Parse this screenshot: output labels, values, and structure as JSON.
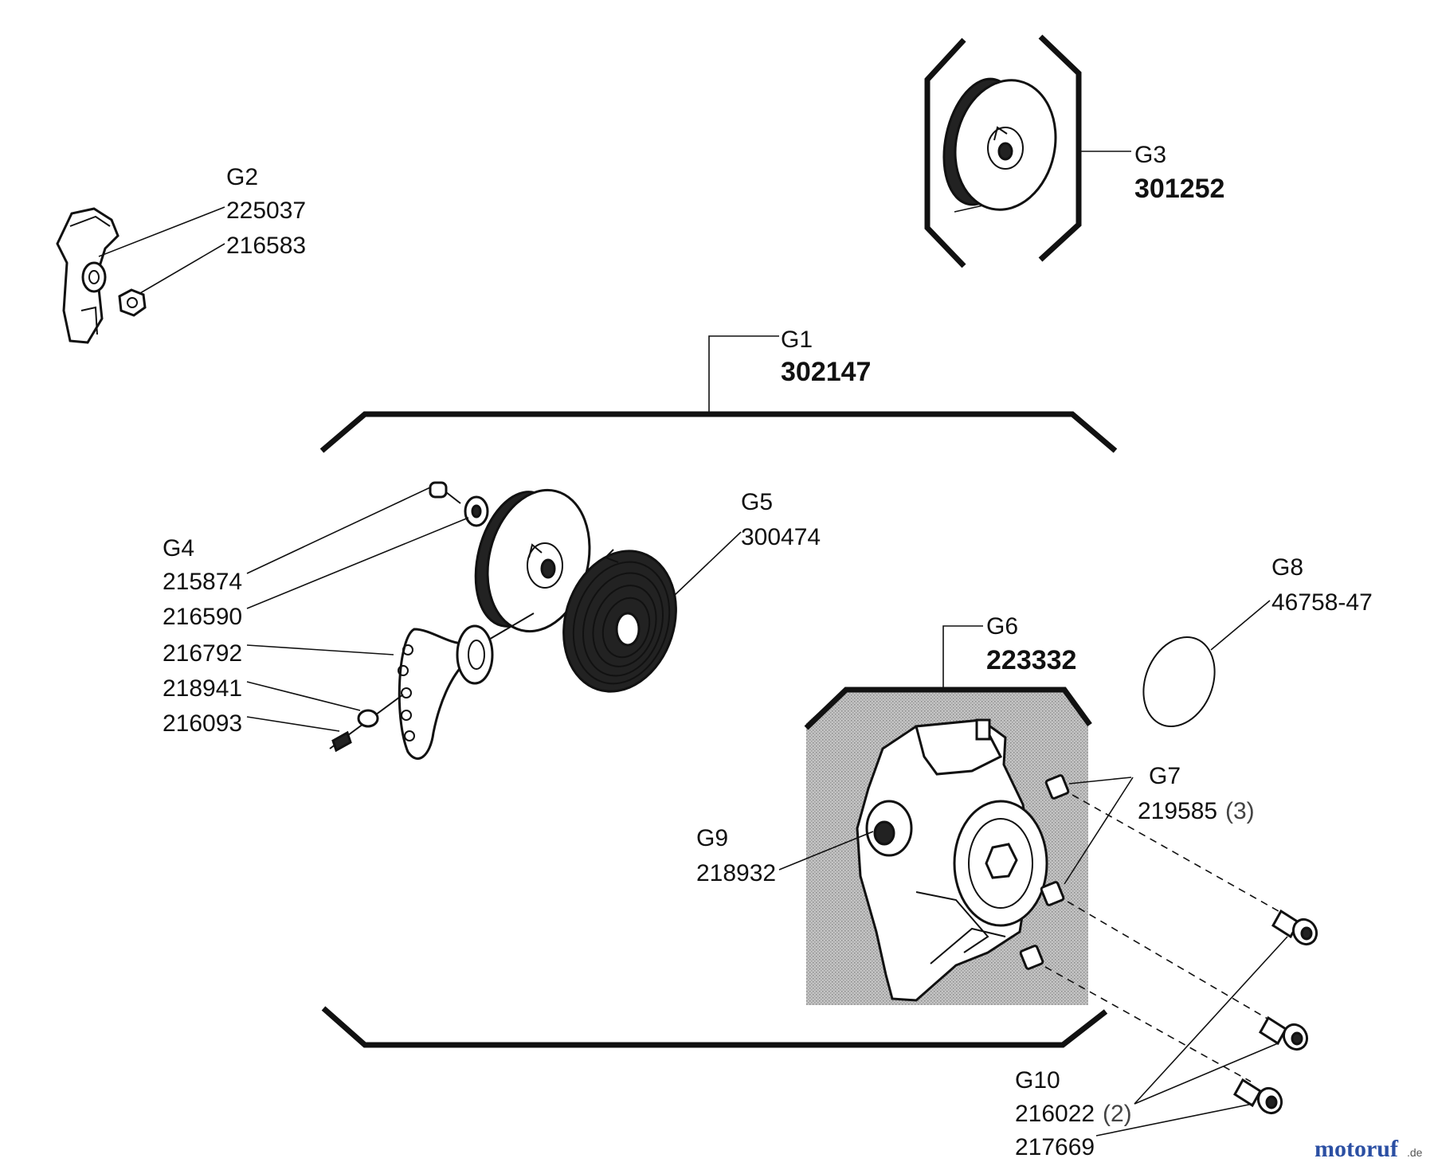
{
  "callouts": {
    "g1": {
      "label": "G1",
      "part": "302147"
    },
    "g2": {
      "label": "G2",
      "parts": [
        "225037",
        "216583"
      ]
    },
    "g3": {
      "label": "G3",
      "part": "301252"
    },
    "g4": {
      "label": "G4",
      "parts": [
        "215874",
        "216590",
        "216792",
        "218941",
        "216093"
      ]
    },
    "g5": {
      "label": "G5",
      "part": "300474"
    },
    "g6": {
      "label": "G6",
      "part": "223332"
    },
    "g7": {
      "label": "G7",
      "part": "219585",
      "qty": "(3)"
    },
    "g8": {
      "label": "G8",
      "part": "46758-47"
    },
    "g9": {
      "label": "G9",
      "part": "218932"
    },
    "g10": {
      "label": "G10",
      "parts": [
        "216022",
        "217669"
      ],
      "qty": "(2)"
    }
  },
  "watermark": {
    "main": "motoruf",
    "suffix": ".de"
  },
  "colors": {
    "line": "#111111",
    "housing_shade": "#b5b5b5",
    "watermark_blue": "#2b4fa3"
  }
}
